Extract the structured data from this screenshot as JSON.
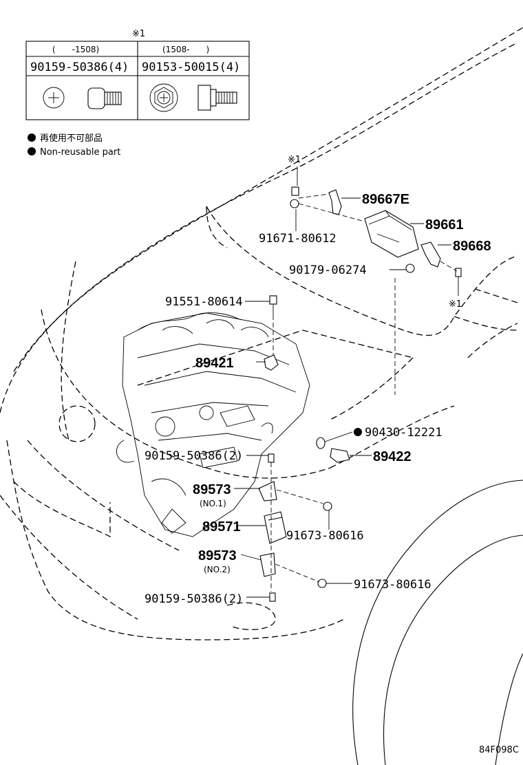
{
  "bolt_table": {
    "mark": "※1",
    "col1_header": "(　　-1508)",
    "col2_header": "(1508-　　)",
    "col1_part": "90159-50386(4)",
    "col2_part": "90153-50015(4)"
  },
  "legend": {
    "jp": "再使用不可部品",
    "en": "Non-reusable part"
  },
  "callouts": {
    "mark_top": "※1",
    "mark_right": "※1",
    "p89667E": "89667E",
    "p89661": "89661",
    "p89668": "89668",
    "p91671": "91671-80612",
    "p90179": "90179-06274",
    "p91551": "91551-80614",
    "p89421": "89421",
    "p90430": "90430-12221",
    "p89422": "89422",
    "p90159_top": "90159-50386(2)",
    "p89573_no1": "89573",
    "no1": "(NO.1)",
    "p91673_a": "91673-80616",
    "p89571": "89571",
    "p89573_no2": "89573",
    "no2": "(NO.2)",
    "p91673_b": "91673-80616",
    "p90159_bottom": "90159-50386(2)"
  },
  "figure_code": "84F098C"
}
